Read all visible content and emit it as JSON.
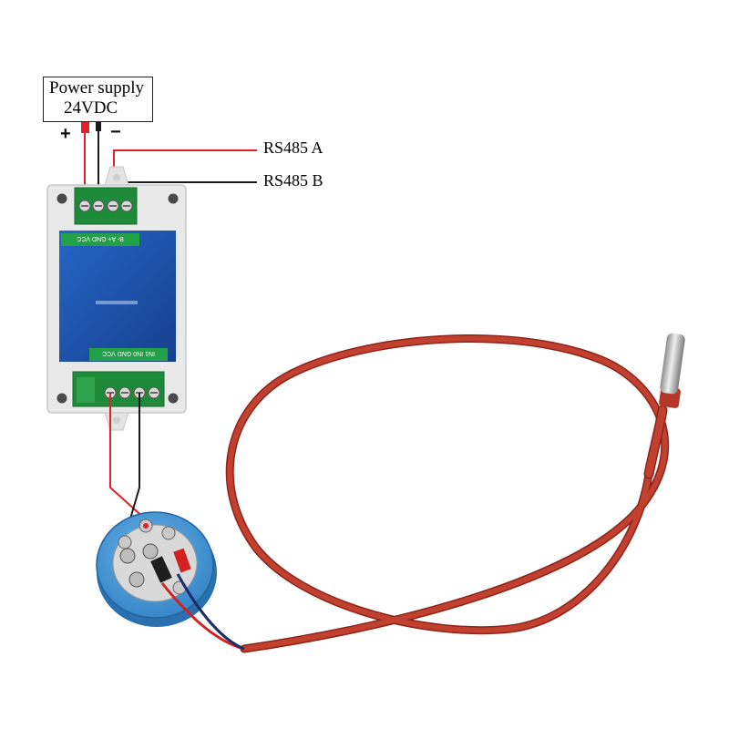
{
  "power_supply": {
    "title": "Power supply",
    "voltage": "24VDC",
    "plus_label": "+",
    "minus_label": "−"
  },
  "bus_labels": {
    "a": "RS485 A",
    "b": "RS485 B"
  },
  "module": {
    "top_terminal_labels": "B-  A+  GND  VCC",
    "bottom_terminal_labels": "IN1  IN0  GND  VCC"
  },
  "colors": {
    "wire_red": "#e0202a",
    "wire_black": "#1a1a1a",
    "module_blue": "#1f56b8",
    "terminal_green": "#1f8a3a",
    "transmitter_blue": "#3d8fd1",
    "cable_red": "#b8362a",
    "probe_steel": "#c9c9c9"
  }
}
